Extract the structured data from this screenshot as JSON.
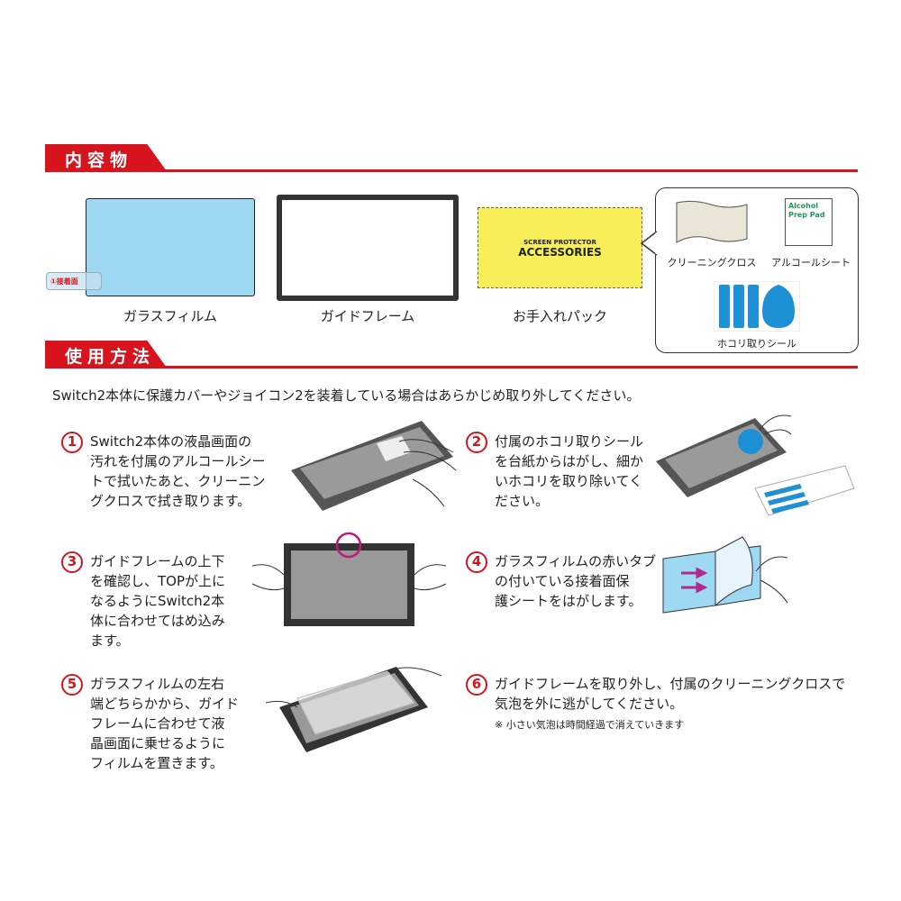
{
  "contents_section": {
    "title": "内容物",
    "items": [
      {
        "label": "ガラスフィルム",
        "tab_label": "①接着面"
      },
      {
        "label": "ガイドフレーム"
      },
      {
        "label": "お手入れパック",
        "pack_line1": "SCREEN PROTECTOR",
        "pack_line2": "ACCESSORIES"
      }
    ],
    "accessories": [
      {
        "label": "クリーニングクロス"
      },
      {
        "label": "アルコールシート",
        "pad_text_1": "Alcohol",
        "pad_text_2": "Prep Pad"
      },
      {
        "label": "ホコリ取りシール"
      }
    ]
  },
  "usage_section": {
    "title": "使用方法",
    "intro": "Switch2本体に保護カバーやジョイコン2を装着している場合はあらかじめ取り外してください。",
    "steps": [
      {
        "number": "1",
        "lines": [
          "Switch2本体の液晶画面の",
          "汚れを付属のアルコールシー",
          "トで拭いたあと、クリーニン",
          "グクロスで拭き取ります。"
        ]
      },
      {
        "number": "2",
        "lines": [
          "付属のホコリ取りシール",
          "を台紙からはがし、細か",
          "いホコリを取り除いてく",
          "ださい。"
        ]
      },
      {
        "number": "3",
        "lines": [
          "ガイドフレームの上下",
          "を確認し、TOPが上に",
          "なるようにSwitch2本",
          "体に合わせてはめ込み",
          "ます。"
        ]
      },
      {
        "number": "4",
        "lines": [
          "ガラスフィルムの赤いタブ",
          "の付いている接着面保",
          "護シートをはがします。"
        ]
      },
      {
        "number": "5",
        "lines": [
          "ガラスフィルムの左右",
          "端どちらかから、ガイド",
          "フレームに合わせて液",
          "晶画面に乗せるように",
          "フィルムを置きます。"
        ]
      },
      {
        "number": "6",
        "lines": [
          "ガイドフレームを取り外し、付属のクリーニングクロスで",
          "気泡を外に逃がしてください。"
        ],
        "note": "※ 小さい気泡は時間経過で消えていきます"
      }
    ]
  },
  "colors": {
    "accent": "#d7141e",
    "film_blue": "#9fd8f2",
    "pack_yellow": "#f7ee5a",
    "sticker_blue": "#1e90d6",
    "arrow_magenta": "#b0288c"
  }
}
